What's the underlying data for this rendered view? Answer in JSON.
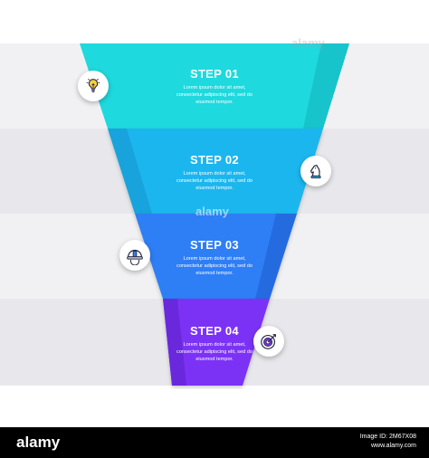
{
  "steps": [
    {
      "title": "STEP 01",
      "description": "Lorem ipsum dolor sit amet, consectetur adipiscing elit, sed do eiusmod tempor.",
      "color": "#1ed9de",
      "icon": "lightbulb-icon"
    },
    {
      "title": "STEP 02",
      "description": "Lorem ipsum dolor sit amet, consectetur adipiscing elit, sed do eiusmod tempor.",
      "color": "#1eb6ee",
      "icon": "chess-knight-icon"
    },
    {
      "title": "STEP 03",
      "description": "Lorem ipsum dolor sit amet, consectetur adipiscing elit, sed do eiusmod tempor.",
      "color": "#2d7ef5",
      "icon": "hard-hat-icon"
    },
    {
      "title": "STEP 04",
      "description": "Lorem ipsum dolor sit amet, consectetur adipiscing elit, sed do eiusmod tempor.",
      "color": "#7b32f5",
      "icon": "target-icon"
    }
  ],
  "watermark": "alamy",
  "footer": {
    "brand": "alamy",
    "image_id": "Image ID: 2M67X08",
    "site": "www.alamy.com"
  }
}
